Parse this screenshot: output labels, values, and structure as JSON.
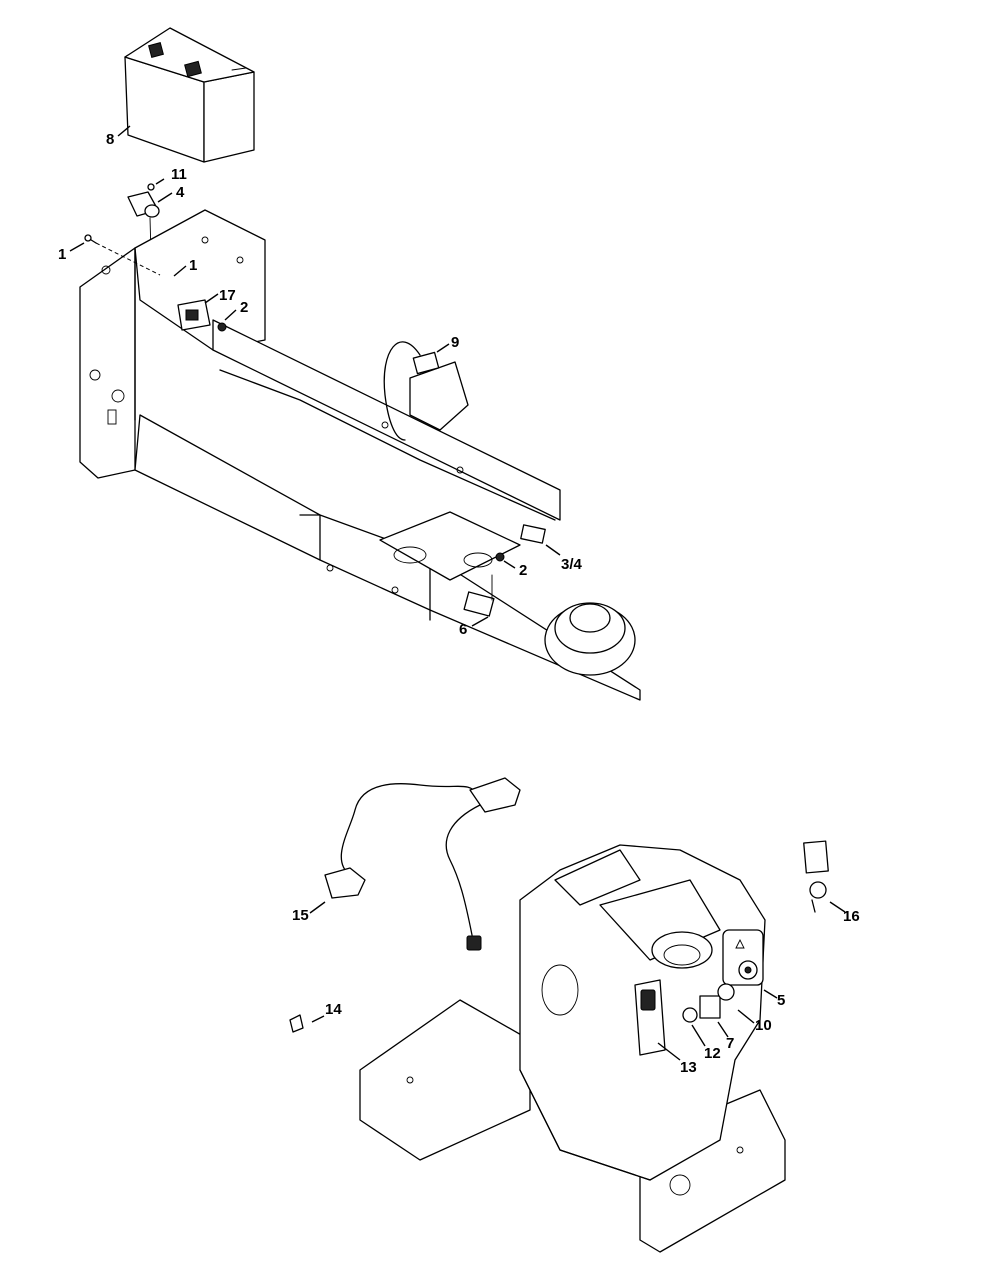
{
  "callouts": {
    "c1a": "1",
    "c1b": "1",
    "c2a": "2",
    "c2b": "2",
    "c3_4": "3/4",
    "c4": "4",
    "c5": "5",
    "c6": "6",
    "c7": "7",
    "c8": "8",
    "c9": "9",
    "c10": "10",
    "c11": "11",
    "c12": "12",
    "c13": "13",
    "c14": "14",
    "c15": "15",
    "c16": "16",
    "c17": "17"
  }
}
